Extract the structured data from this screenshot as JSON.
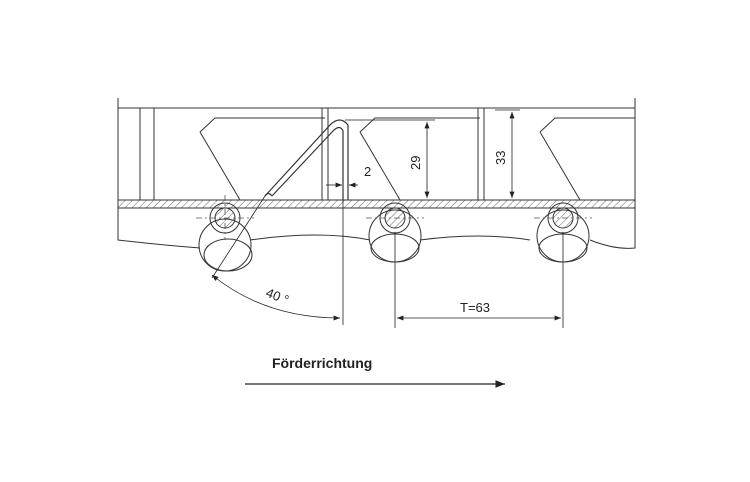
{
  "labels": {
    "dim_2": "2",
    "dim_29": "29",
    "dim_33": "33",
    "dim_angle": "40 °",
    "dim_pitch": "T=63",
    "direction": "Förderrichtung"
  },
  "colors": {
    "line": "#333333",
    "hatch": "#666666",
    "background": "#ffffff"
  }
}
